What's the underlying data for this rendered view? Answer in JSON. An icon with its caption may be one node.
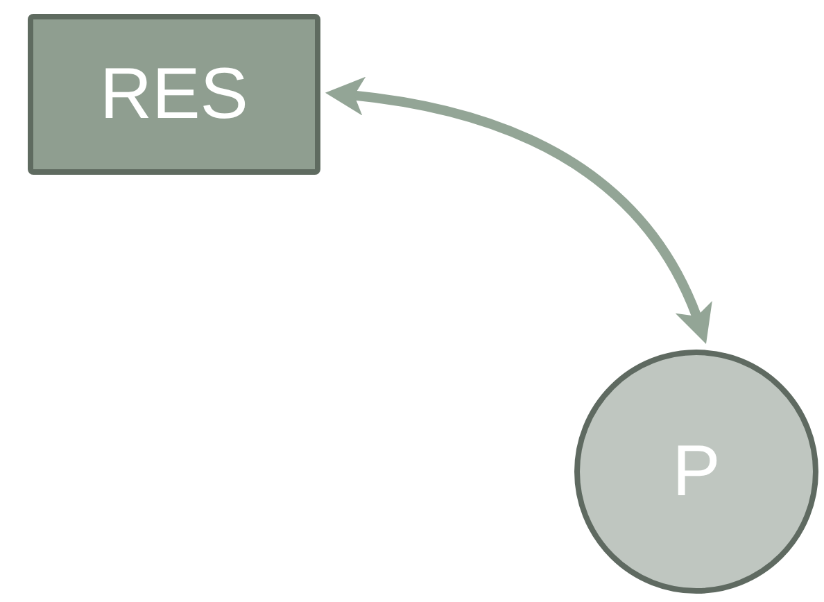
{
  "diagram": {
    "nodes": [
      {
        "text": [
          "RES"
        ]
      },
      {
        "text": [
          "P"
        ]
      }
    ],
    "edges": [
      {
        "from": 0,
        "to": 1,
        "arrow": "both"
      }
    ]
  }
}
